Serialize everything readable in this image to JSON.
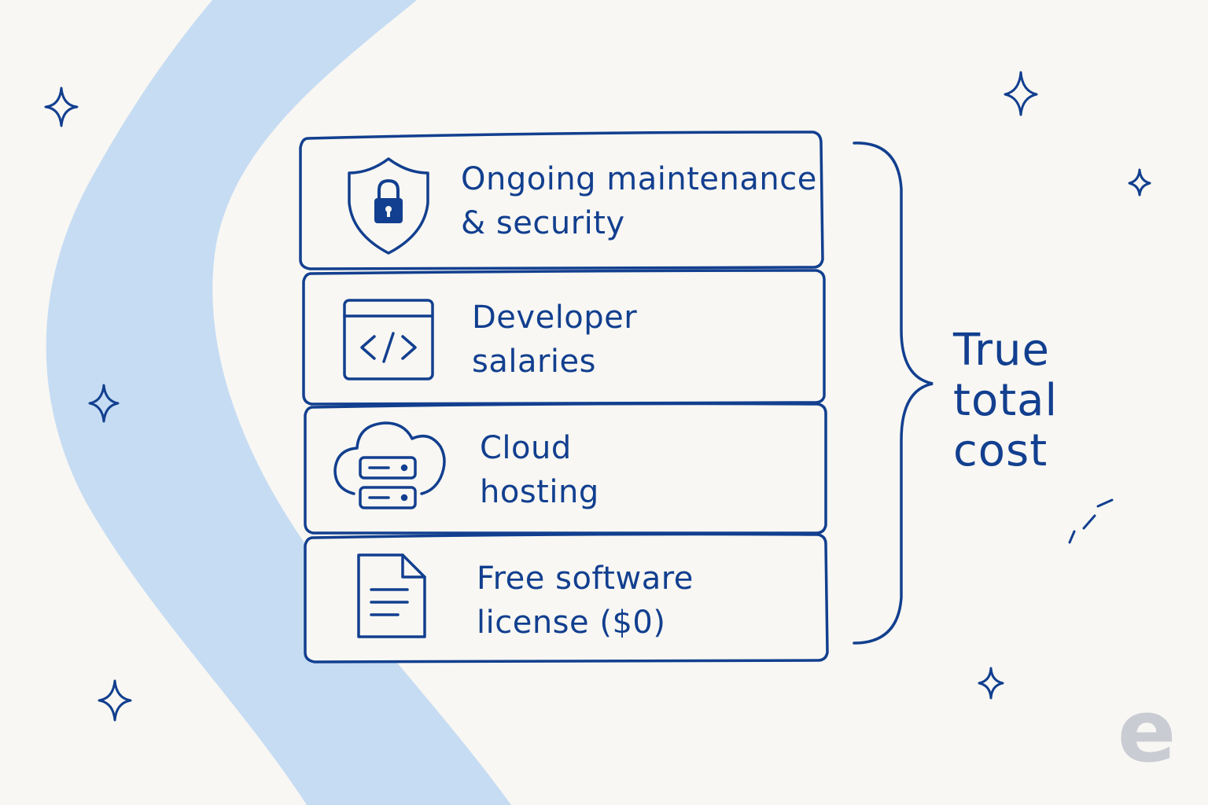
{
  "colors": {
    "background": "#f8f7f3",
    "ink": "#123f8f",
    "band": "#c6dcf3",
    "logo": "#c9ccd3"
  },
  "stack": [
    {
      "icon": "shield-lock-icon",
      "line1": "Ongoing maintenance",
      "line2": "& security"
    },
    {
      "icon": "code-window-icon",
      "line1": "Developer",
      "line2": "salaries"
    },
    {
      "icon": "cloud-server-icon",
      "line1": "Cloud",
      "line2": "hosting"
    },
    {
      "icon": "document-icon",
      "line1": "Free software",
      "line2": "license ($0)"
    }
  ],
  "bracket_label": {
    "line1": "True",
    "line2": "total",
    "line3": "cost"
  },
  "logo_text": "e"
}
